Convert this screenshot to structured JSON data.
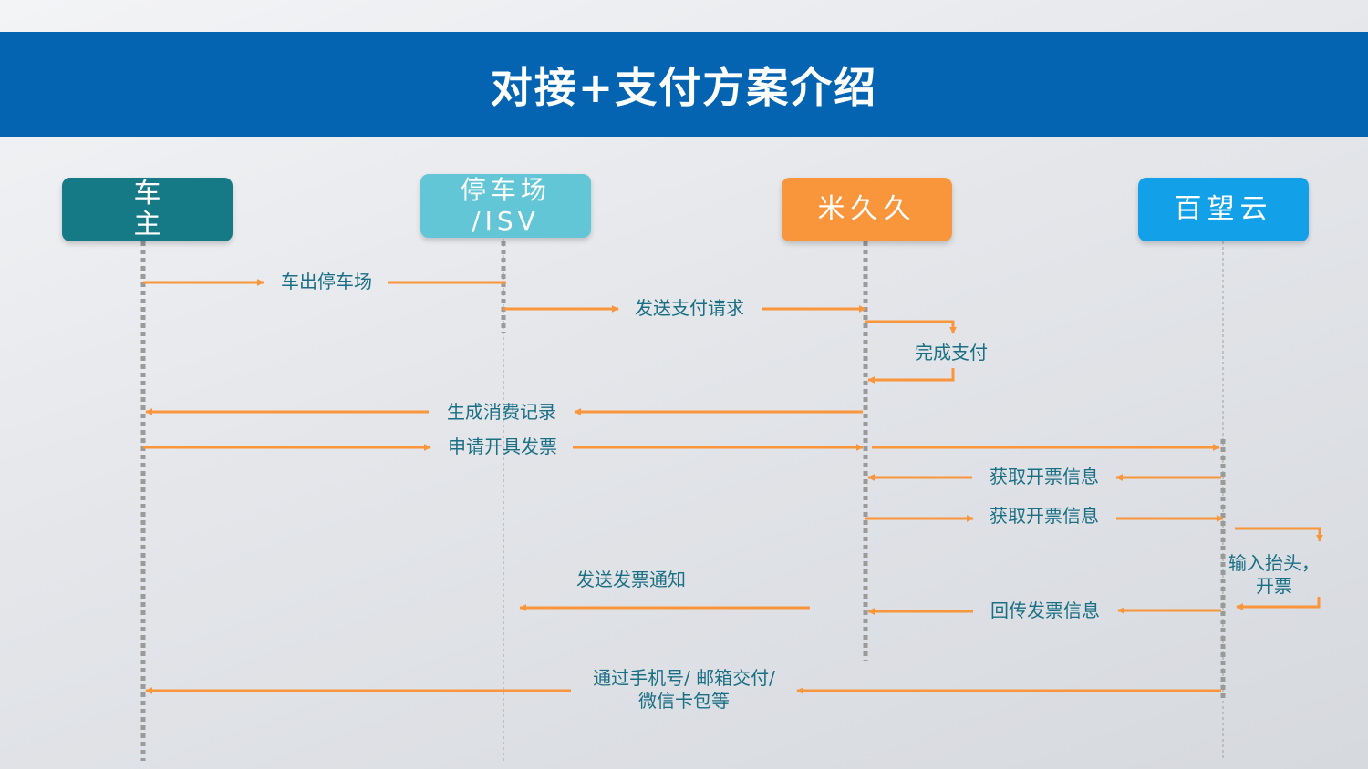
{
  "title": "对接+支付方案介绍",
  "actors": {
    "owner": "车 主",
    "parking": "停车场\n/ISV",
    "mijiu": "米久久",
    "baiwang": "百望云"
  },
  "colors": {
    "title_bar": "#0464b2",
    "owner": "#157a86",
    "parking": "#62c6d6",
    "mijiu": "#f9953b",
    "baiwang": "#12a1e8",
    "arrow": "#f9953b",
    "label_text": "#1b6f84"
  },
  "messages": {
    "exit_lot": "车出停车场",
    "send_pay_request": "发送支付请求",
    "complete_payment": "完成支付",
    "generate_record": "生成消费记录",
    "request_invoice": "申请开具发票",
    "get_invoice_info_1": "获取开票信息",
    "get_invoice_info_2": "获取开票信息",
    "input_title_invoice": "输入抬头，\n开票",
    "send_invoice_notice": "发送发票通知",
    "return_invoice_info": "回传发票信息",
    "deliver": "通过手机号/ 邮箱交付/\n微信卡包等"
  }
}
